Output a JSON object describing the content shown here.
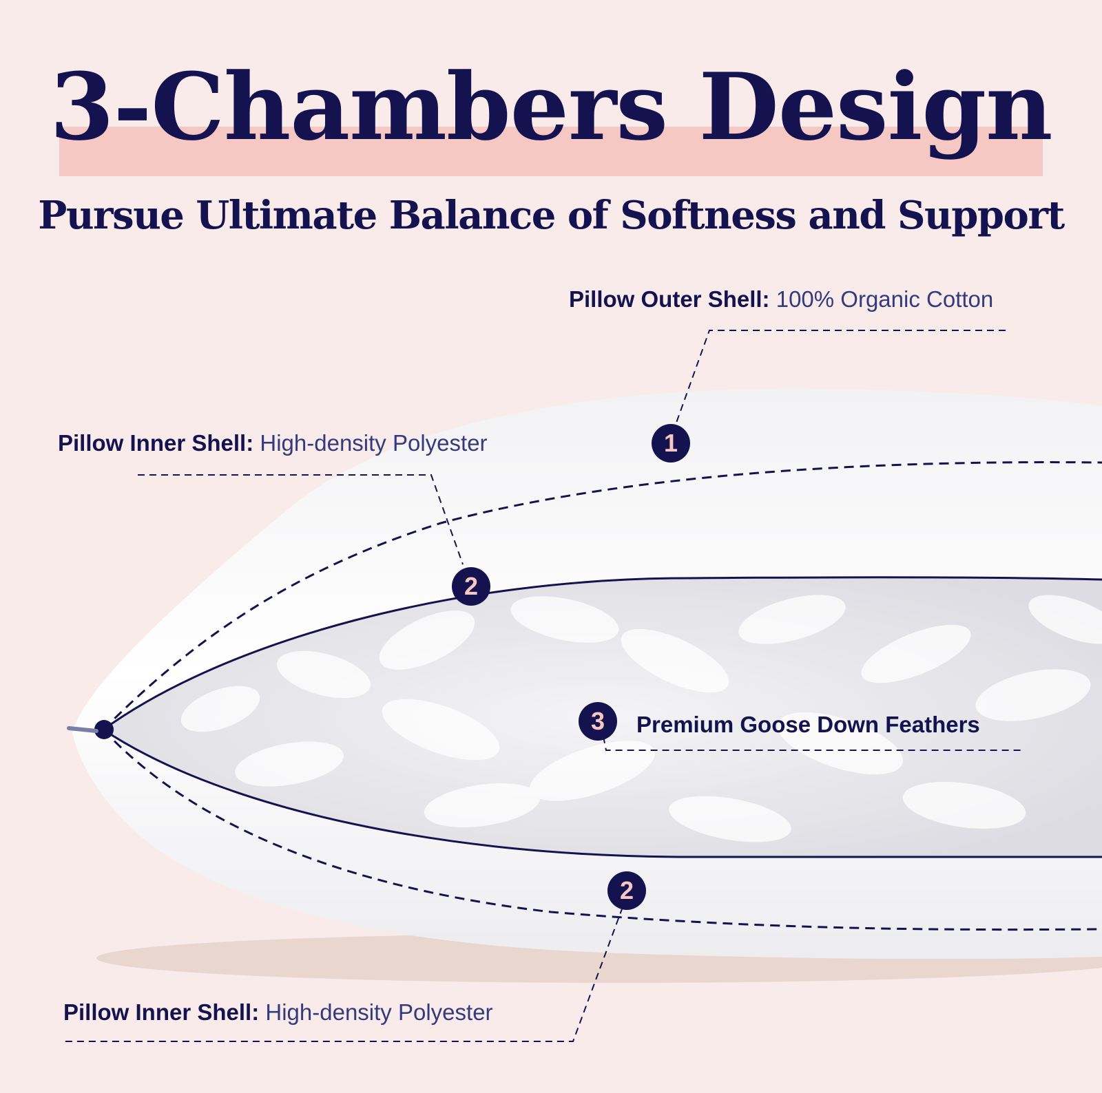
{
  "header": {
    "title": "3-Chambers Design",
    "subtitle": "Pursue Ultimate Balance of Softness and Support"
  },
  "callouts": {
    "outer_shell": {
      "number": "1",
      "key": "Pillow Outer Shell:",
      "value": "100% Organic Cotton"
    },
    "inner_shell_top": {
      "number": "2",
      "key": "Pillow Inner Shell:",
      "value": "High-density Polyester"
    },
    "down": {
      "number": "3",
      "text": "Premium Goose Down Feathers"
    },
    "inner_shell_bottom": {
      "number": "2",
      "key": "Pillow Inner Shell:",
      "value": "High-density Polyester"
    }
  },
  "colors": {
    "navy": "#14124f",
    "pink_band": "#f6c8c3",
    "background": "#f8ebe9",
    "pillow": "#ffffff",
    "feathers": "#e6e6ea"
  }
}
